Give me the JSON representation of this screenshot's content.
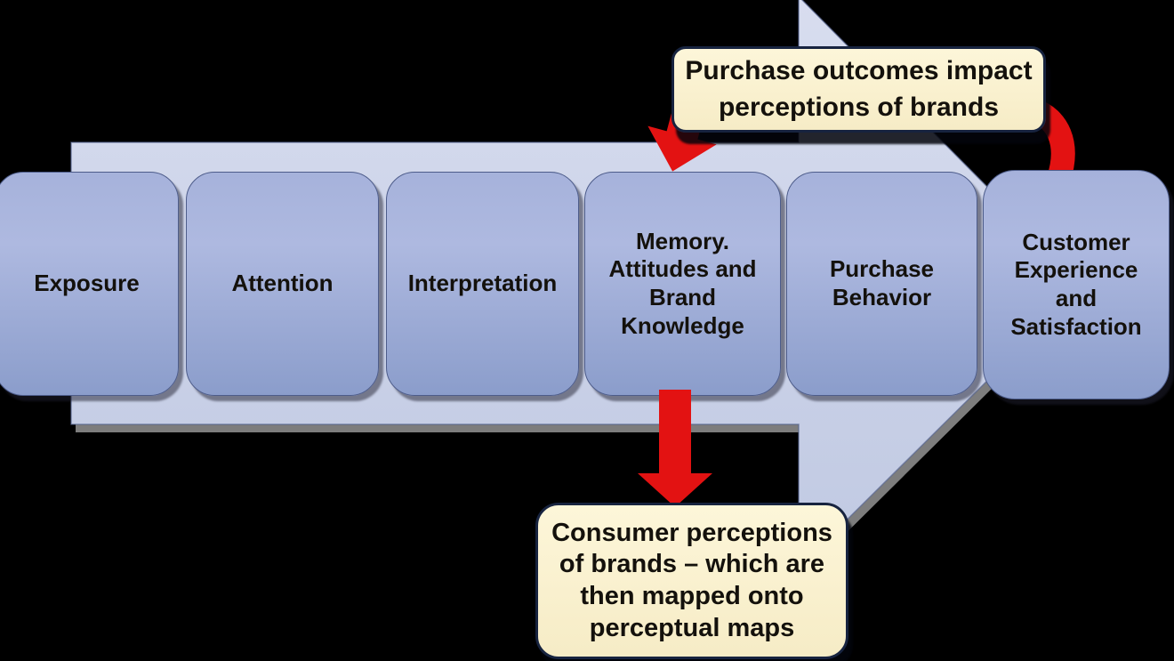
{
  "background": "#000000",
  "colors": {
    "background": "#000000",
    "accent_red": "#e31212",
    "box_fill_top": "#a6b2db",
    "box_fill_bottom": "#8b9dcb",
    "box_border": "#4d5c8a",
    "arrow_fill_top": "#d8ddef",
    "arrow_fill_bottom": "#c0c9e2",
    "arrow_shadow": "#7d7d7d",
    "callout_fill": "#fdf6d9",
    "callout_fill_2": "#f6ecc6",
    "callout_border": "#17233f",
    "text_dark": "#14110c"
  },
  "flow_boxes": [
    {
      "lines": [
        "Exposure"
      ]
    },
    {
      "lines": [
        "Attention"
      ]
    },
    {
      "lines": [
        "Interpretation"
      ]
    },
    {
      "lines": [
        "Memory.",
        "Attitudes and",
        "Brand",
        "Knowledge"
      ]
    },
    {
      "lines": [
        "Purchase",
        "Behavior"
      ]
    },
    {
      "lines": [
        "Customer",
        "Experience",
        "and",
        "Satisfaction"
      ]
    }
  ],
  "callouts": {
    "top": {
      "lines": [
        "Purchase outcomes impact",
        "perceptions of brands"
      ]
    },
    "bottom": {
      "lines": [
        "Consumer perceptions",
        "of brands – which are",
        "then mapped onto",
        "perceptual maps"
      ]
    }
  },
  "icons": {
    "flow_arrow": "large-right-block-arrow",
    "top_connector": "red-down-arrow",
    "bottom_connector": "red-down-arrow",
    "feedback_connector": "red-curved-arc"
  }
}
